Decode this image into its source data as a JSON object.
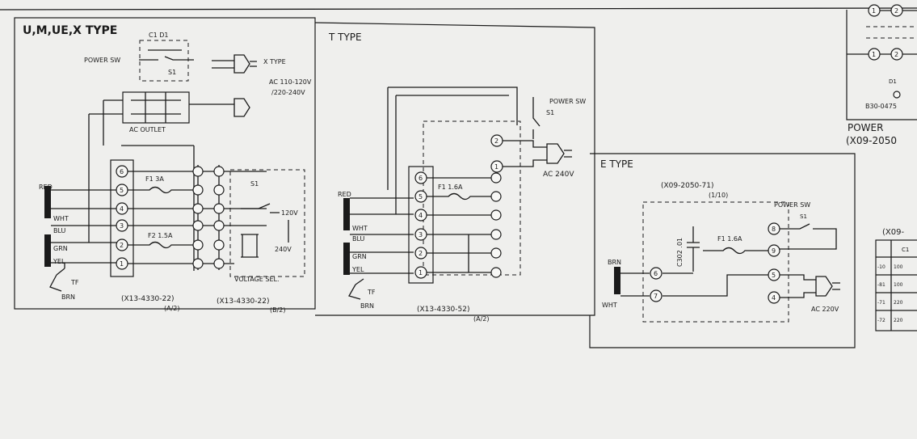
{
  "panels": {
    "umuex": {
      "title": "U,M,UE,X TYPE",
      "c1d1": "C1 D1",
      "s1": "S1",
      "power_sw": "POWER SW",
      "x_type": "X TYPE",
      "ac_volts_a": "AC 110-120V",
      "ac_volts_b": "/220-240V",
      "ac_outlet": "AC OUTLET",
      "wires": [
        "RED",
        "WHT",
        "BLU",
        "GRN",
        "YEL"
      ],
      "tf": "TF",
      "brn": "BRN",
      "terminals": [
        "6",
        "5",
        "4",
        "3",
        "2",
        "1"
      ],
      "f1": "F1 3A",
      "f2": "F2 1.5A",
      "sel_s1": "S1",
      "v120": "120V",
      "v240": "240V",
      "voltage_sel": "VOLTAGE SEL.",
      "part_a": "(X13-4330-22)",
      "part_a_sub": "(A/2)",
      "part_b": "(X13-4330-22)",
      "part_b_sub": "(B/2)"
    },
    "t": {
      "title": "T TYPE",
      "power_sw": "POWER SW",
      "s1": "S1",
      "plug_terms": [
        "2",
        "1"
      ],
      "ac": "AC 240V",
      "wires": [
        "RED",
        "WHT",
        "BLU",
        "GRN",
        "YEL"
      ],
      "terminals": [
        "6",
        "5",
        "4",
        "3",
        "2",
        "1"
      ],
      "f1": "F1 1.6A",
      "tf": "TF",
      "brn": "BRN",
      "part": "(X13-4330-52)",
      "part_sub": "(A/2)"
    },
    "e": {
      "title": "E TYPE",
      "part": "(X09-2050-71)",
      "part_sub": "(1/10)",
      "power_sw": "POWER SW",
      "sw_label": "S1",
      "cap": "C302 .01",
      "f1": "F1 1.6A",
      "brn": "BRN",
      "wht": "WHT",
      "terminals": [
        "6",
        "7",
        "8",
        "9",
        "5",
        "4"
      ],
      "ac": "AC 220V"
    },
    "right": {
      "terms": [
        "1",
        "2",
        "1",
        "2"
      ],
      "d1": "D1",
      "part_no": "B30-0475",
      "power": "POWER",
      "part": "(X09-2050",
      "table_head": "(X09-",
      "table_col": "C1",
      "table_rows": [
        "-10",
        "-81",
        "-71",
        "-72"
      ],
      "table_vals": [
        "100",
        "100",
        "220",
        "220"
      ]
    }
  }
}
